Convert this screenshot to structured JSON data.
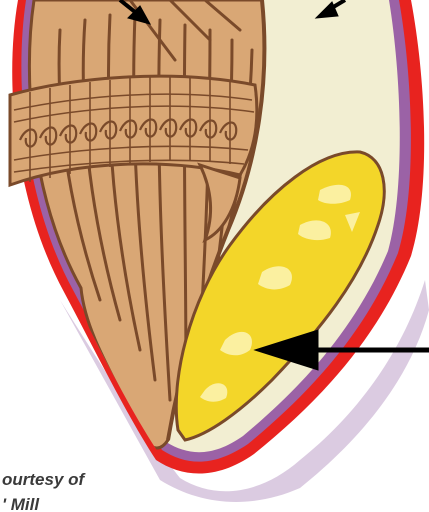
{
  "diagram": {
    "subject": "grain kernel cross-section",
    "colors": {
      "seed_coat": "#e8231f",
      "aleurone": "#9b62a6",
      "shadow": "#d5c2dc",
      "bran": "#d9a775",
      "bran_lines": "#7a4a2a",
      "endosperm": "#f2eed2",
      "germ": "#f3d629",
      "germ_highlight": "#fbf0a0",
      "arrow": "#000000"
    }
  },
  "caption": {
    "line1": "ourtesy of",
    "line2": "' Mill"
  }
}
